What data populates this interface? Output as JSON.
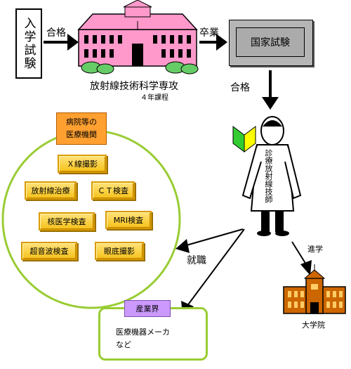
{
  "entrance_exam": "入学試験",
  "pass_label_1": "合格",
  "graduation_label": "卒業",
  "national_exam": "国家試験",
  "course_title": "放射線技術科学専攻",
  "course_years": "４年課程",
  "pass_label_2": "合格",
  "technologist": "診療放射線技師",
  "hospital_label_line1": "病院等の",
  "hospital_label_line2": "医療機関",
  "services": [
    "Ｘ線撮影",
    "放射線治療",
    "ＣＴ検査",
    "核医学検査",
    "MRI検査",
    "超音波検査",
    "眼底撮影"
  ],
  "employment_label": "就職",
  "industry_label": "産業界",
  "industry_line1": "医療機器メーカ",
  "industry_line2": "など",
  "advance_label": "進学",
  "graduate_school": "大学院",
  "colors": {
    "circle": "#99cc33",
    "gold": "#f6c21a",
    "orange": "#ffa031",
    "purple": "#cc99ff",
    "building": "#ff99cc",
    "univ": "#cc6600",
    "beginner_green": "#33cc33",
    "beginner_yellow": "#ffff00"
  }
}
